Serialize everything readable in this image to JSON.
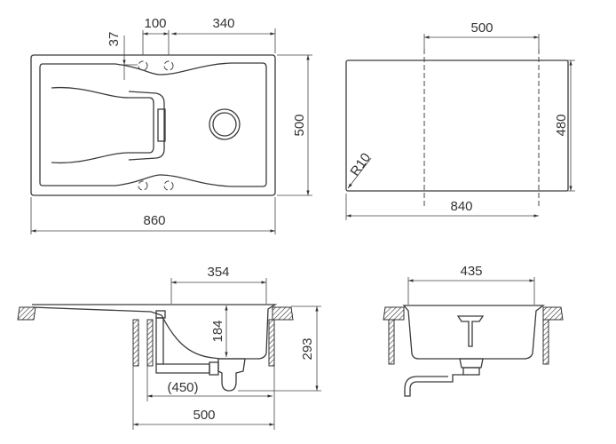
{
  "top_view": {
    "dim_hole_spacing": "100",
    "dim_hole_to_edge": "340",
    "dim_hole_offset": "37",
    "dim_depth": "500",
    "dim_width": "860"
  },
  "cutout_view": {
    "dim_inner_width": "500",
    "dim_height": "480",
    "dim_width": "840",
    "dim_radius": "R10"
  },
  "side_section": {
    "dim_bowl_width": "354",
    "dim_bowl_depth": "184",
    "dim_total_depth": "293",
    "dim_cabinet_inner": "(450)",
    "dim_cabinet": "500"
  },
  "front_section": {
    "dim_bowl_width": "435"
  },
  "colors": {
    "line": "#3a3a3a",
    "background": "#ffffff"
  }
}
